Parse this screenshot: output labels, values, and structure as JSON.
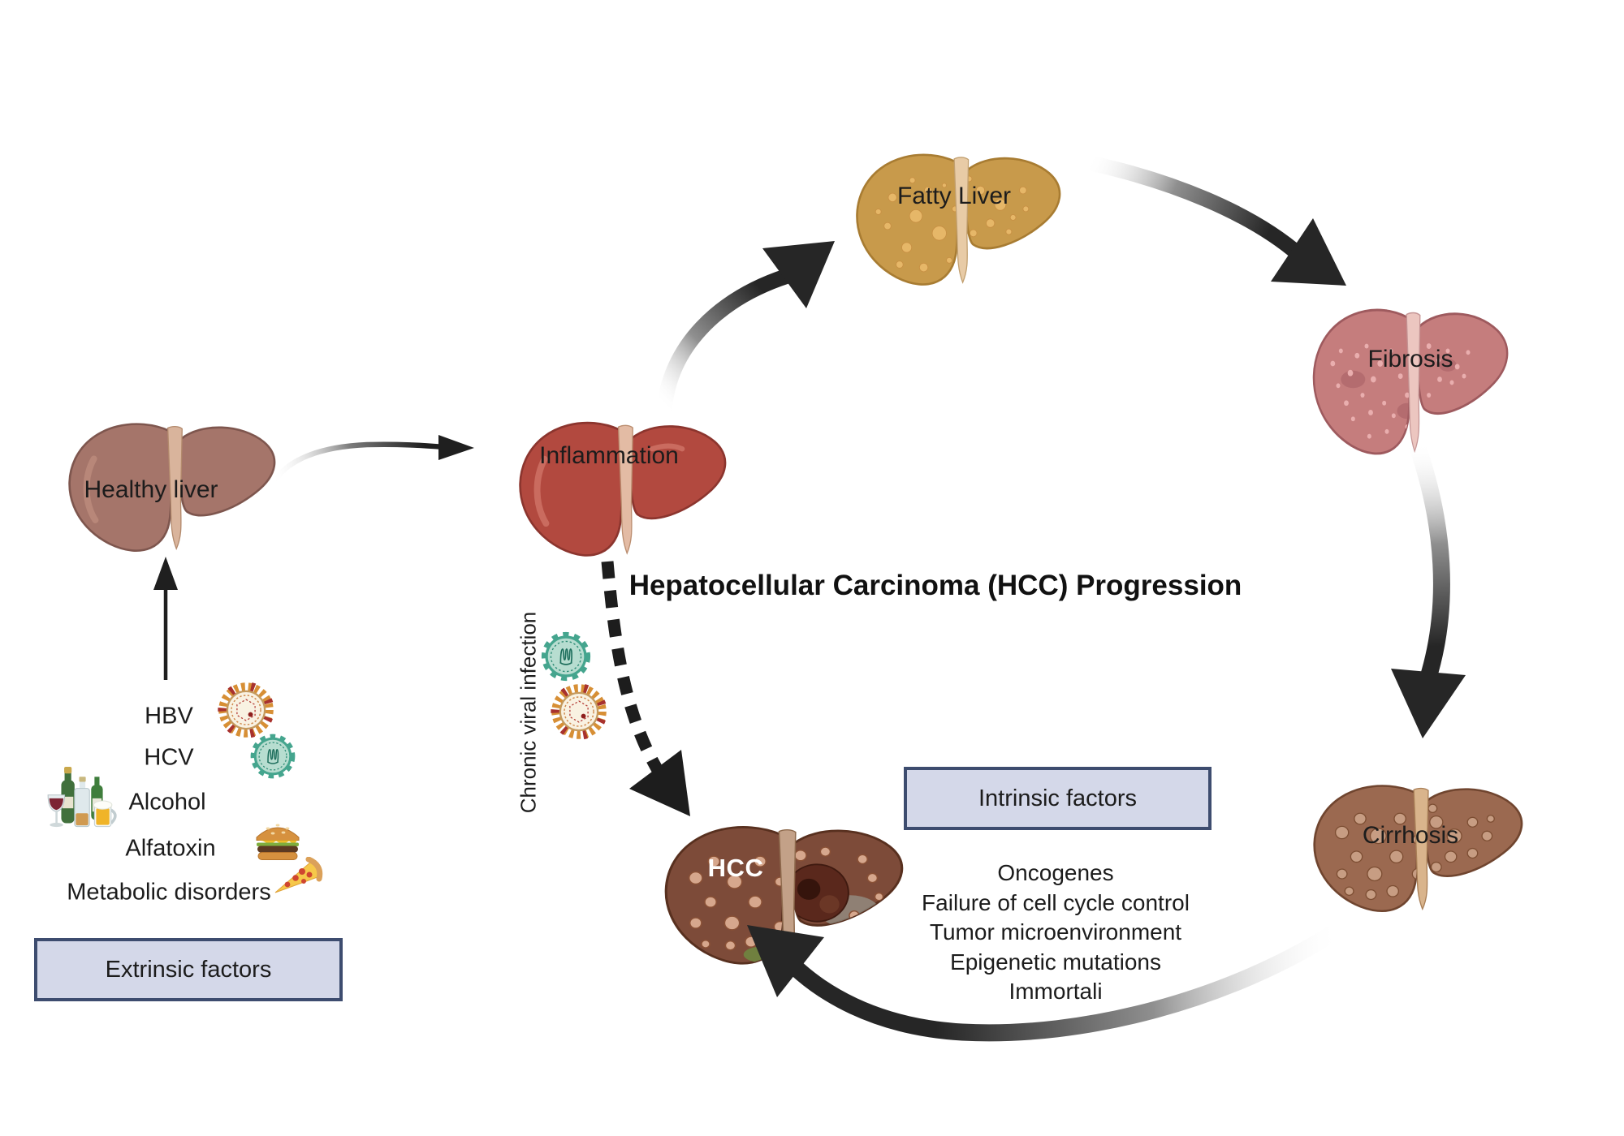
{
  "title": "Hepatocellular Carcinoma (HCC) Progression",
  "stages": {
    "healthy": {
      "label": "Healthy liver"
    },
    "inflammation": {
      "label": "Inflammation"
    },
    "fatty": {
      "label": "Fatty Liver"
    },
    "fibrosis": {
      "label": "Fibrosis"
    },
    "cirrhosis": {
      "label": "Cirrhosis"
    },
    "hcc": {
      "label": "HCC"
    }
  },
  "extrinsic": {
    "box_label": "Extrinsic factors",
    "items": [
      {
        "label": "HBV",
        "icon": "hbv-virus-icon"
      },
      {
        "label": "HCV",
        "icon": "hcv-virus-icon"
      },
      {
        "label": "Alcohol",
        "icon": "alcohol-drinks-icon"
      },
      {
        "label": "Alfatoxin",
        "icon": "burger-icon"
      },
      {
        "label": "Metabolic disorders",
        "icon": "pizza-icon"
      }
    ]
  },
  "intrinsic": {
    "box_label": "Intrinsic factors",
    "items": [
      "Oncogenes",
      "Failure of cell cycle control",
      "Tumor microenvironment",
      "Epigenetic mutations",
      "Immortali"
    ]
  },
  "annotations": {
    "chronic_viral_infection": "Chronic viral infection"
  },
  "colors": {
    "box_fill": "#d4d8e9",
    "box_border": "#3d4c6f",
    "arrow": "#262626",
    "healthy_liver": "#a5756a",
    "inflammation_liver": "#b2493f",
    "fatty_liver": "#c89a4b",
    "fibrosis_liver": "#c57d7d",
    "cirrhosis_liver": "#9b6950",
    "hcc_liver": "#7d4b39"
  }
}
